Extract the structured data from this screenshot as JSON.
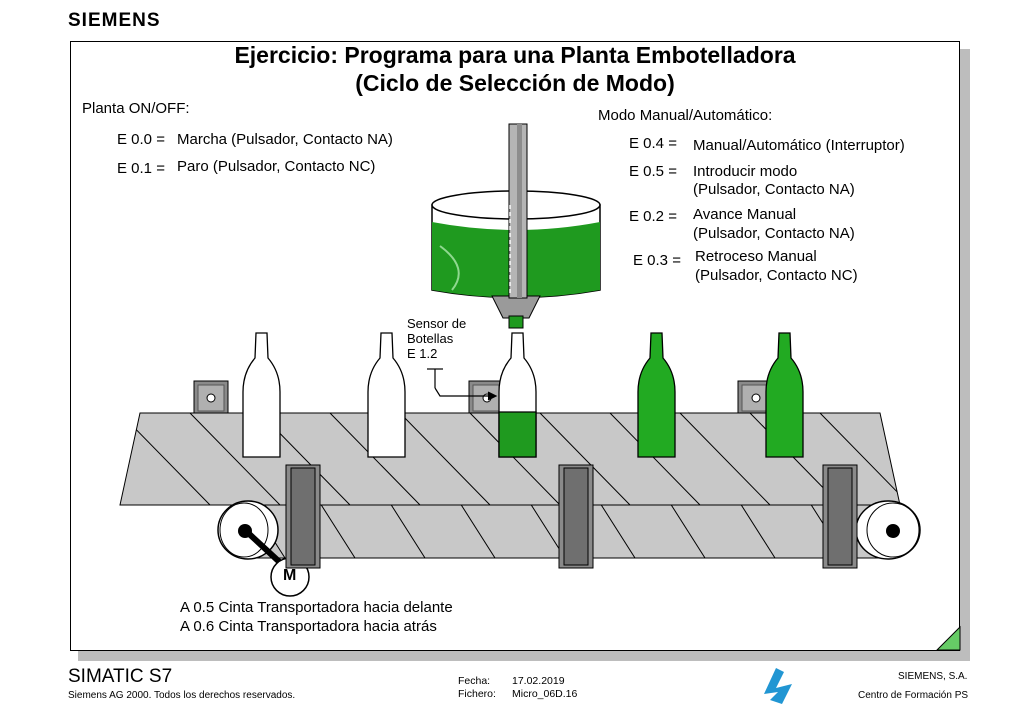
{
  "brand": "SIEMENS",
  "title": {
    "line1": "Ejercicio: Programa para una Planta Embotelladora",
    "line2": "(Ciclo de Selección de Modo)"
  },
  "left_group": {
    "heading": "Planta ON/OFF:",
    "items": [
      {
        "address": "E 0.0 =",
        "text": "Marcha  (Pulsador, Contacto NA)"
      },
      {
        "address": "E 0.1 =",
        "text": "Paro  (Pulsador, Contacto NC)"
      }
    ]
  },
  "right_group": {
    "heading": "Modo Manual/Automático:",
    "items": [
      {
        "address": "E 0.4 =",
        "line1": "Manual/Automático (Interruptor)",
        "line2": ""
      },
      {
        "address": "E 0.5 =",
        "line1": "Introducir modo",
        "line2": "(Pulsador, Contacto NA)"
      },
      {
        "address": "E 0.2 =",
        "line1": "Avance Manual",
        "line2": "(Pulsador, Contacto NA)"
      },
      {
        "address": "E 0.3 =",
        "line1": "Retroceso Manual",
        "line2": "(Pulsador, Contacto NC)"
      }
    ]
  },
  "sensor": {
    "line1": "Sensor de",
    "line2": "Botellas",
    "line3": "E 1.2"
  },
  "motor": {
    "label": "M"
  },
  "outputs": [
    "A 0.5 Cinta Transportadora hacia delante",
    "A 0.6 Cinta Transportadora hacia atrás"
  ],
  "footer": {
    "product": "SIMATIC S7",
    "copyright": "Siemens AG 2000. Todos los derechos reservados.",
    "date_label": "Fecha:",
    "date_value": "17.02.2019",
    "file_label": "Fichero:",
    "file_value": "Micro_06D.16",
    "company": "SIEMENS, S.A.",
    "center": "Centro de Formación PS"
  },
  "colors": {
    "liquid_green": "#1f9a1f",
    "bottle_green": "#22aa22",
    "belt_gray": "#c8c8c8",
    "post_gray": "#8a8a8a"
  }
}
